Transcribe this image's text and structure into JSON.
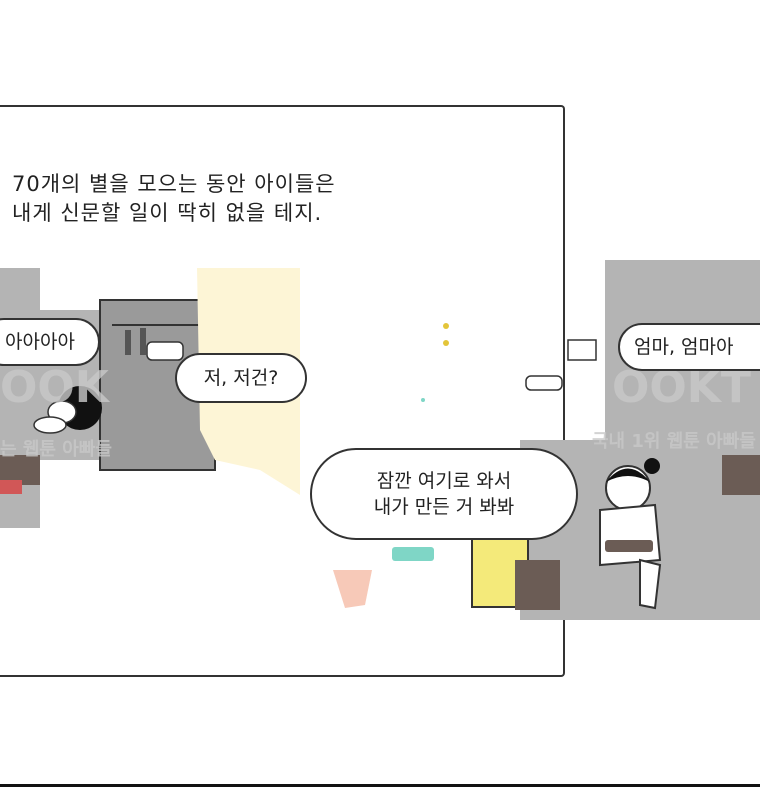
{
  "caption": {
    "line1": "70개의 별을 모으는 동안 아이들은",
    "line2": "내게 신문할 일이 딱히 없을 테지."
  },
  "bubbles": {
    "left_shout": "아아아아",
    "left_question": "저, 저건?",
    "right_call": "엄마, 엄마아",
    "center_line1": "잠깐 여기로 와서",
    "center_line2": "내가 만든 거 봐봐"
  },
  "watermark": {
    "left_logo": "OOK",
    "left_text": "는 웹툰 아빠들",
    "right_logo": "OOKT",
    "right_text": "국내 1위 웹툰 아빠들"
  },
  "colors": {
    "door": "#fdf5d6",
    "gray_panel": "#b4b4b4",
    "dark_gray": "#8f8f8f",
    "yellow": "#f4ea7a",
    "pink": "#f7c9b8",
    "teal": "#7fd6c6",
    "red_shirt": "#d15757",
    "brown": "#6b5c55",
    "ink": "#222222"
  }
}
